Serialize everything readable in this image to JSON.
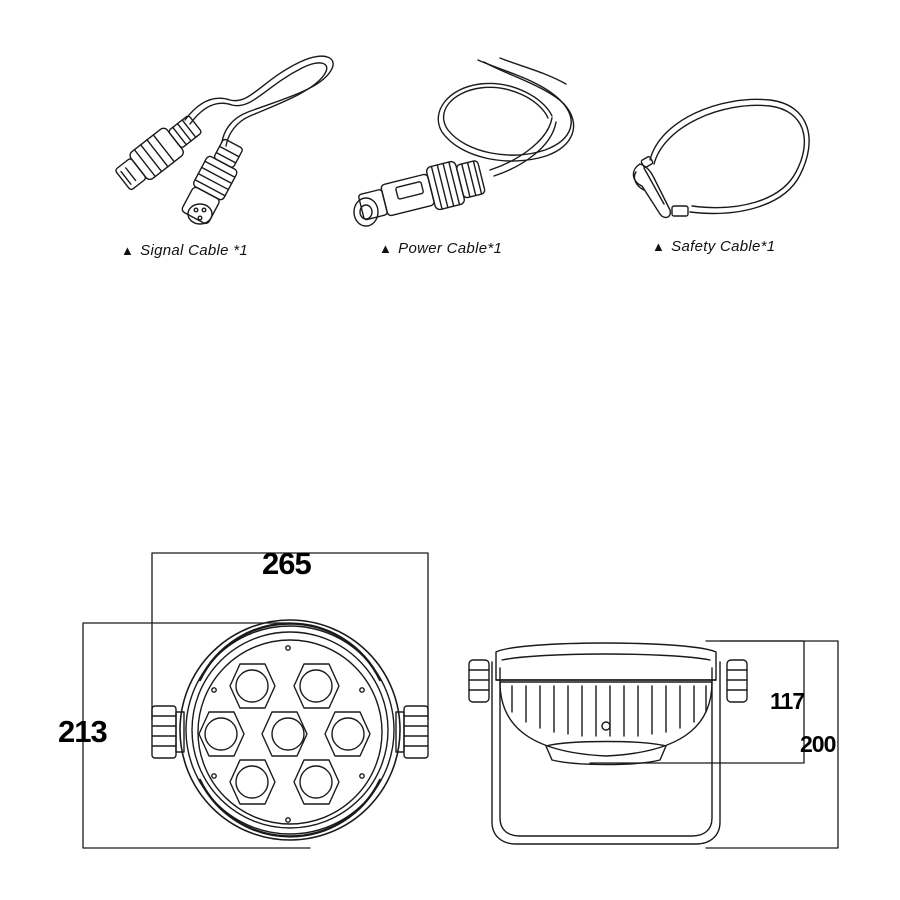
{
  "accessories": [
    {
      "label": "Signal Cable *1",
      "marker": "▲",
      "icon": "xlr-signal-cable-icon"
    },
    {
      "label": "Power Cable*1",
      "marker": "▲",
      "icon": "power-cable-icon"
    },
    {
      "label": "Safety Cable*1",
      "marker": "▲",
      "icon": "safety-cable-icon"
    }
  ],
  "dimensions": {
    "width": "265",
    "height": "213",
    "depth_inner": "117",
    "depth_total": "200"
  }
}
